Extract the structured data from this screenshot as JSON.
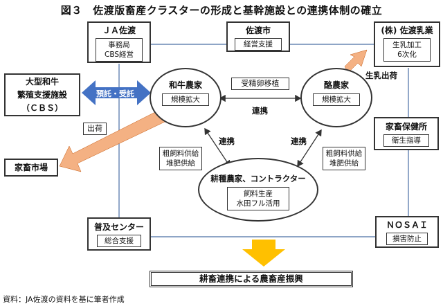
{
  "title": "図３　佐渡版畜産クラスターの形成と基幹施設との連携体制の確立",
  "nodes": {
    "ja_sado": {
      "title": "ＪＡ佐渡",
      "lines": [
        "事務局",
        "CBS経営"
      ]
    },
    "sado_city": {
      "title": "佐渡市",
      "lines": [
        "経営支援"
      ]
    },
    "sado_nyugyo": {
      "title": "(株) 佐渡乳業",
      "lines": [
        "生乳加工",
        "6次化"
      ]
    },
    "cbs": {
      "lines": [
        "大型和牛",
        "繁殖支援施設",
        "（ＣＢＳ）"
      ]
    },
    "wagyu": {
      "title": "和牛農家",
      "lines": [
        "規模拡大"
      ]
    },
    "dairy": {
      "title": "酪農家",
      "lines": [
        "規模拡大"
      ]
    },
    "livestock_market": {
      "title": "家畜市場"
    },
    "health_center": {
      "title": "家畜保健所",
      "lines": [
        "衛生指導"
      ]
    },
    "crop": {
      "title": "耕種農家、コントラクター",
      "lines": [
        "飼料生産",
        "水田フル活用"
      ]
    },
    "extension": {
      "title": "普及センター",
      "lines": [
        "総合支援"
      ]
    },
    "nosai": {
      "title": "ＮＯＳＡＩ",
      "lines": [
        "損害防止"
      ]
    }
  },
  "labels": {
    "entrust": "預託・受託",
    "shipment": "出荷",
    "milk_shipment": "生乳出荷",
    "embryo_transfer": "受精卵移植",
    "link_top": "連携",
    "link_left": "連携",
    "link_right": "連携",
    "feed_left": [
      "粗飼料供給",
      "堆肥供給"
    ],
    "feed_right": [
      "粗飼料供給",
      "堆肥供給"
    ]
  },
  "result": "耕畜連携による農畜産振興",
  "source": "資料：JA佐渡の資料を基に筆者作成",
  "colors": {
    "entrust_arrow": "#4472c4",
    "orange_arrow": "#f4b183",
    "result_arrow": "#ffc000"
  }
}
